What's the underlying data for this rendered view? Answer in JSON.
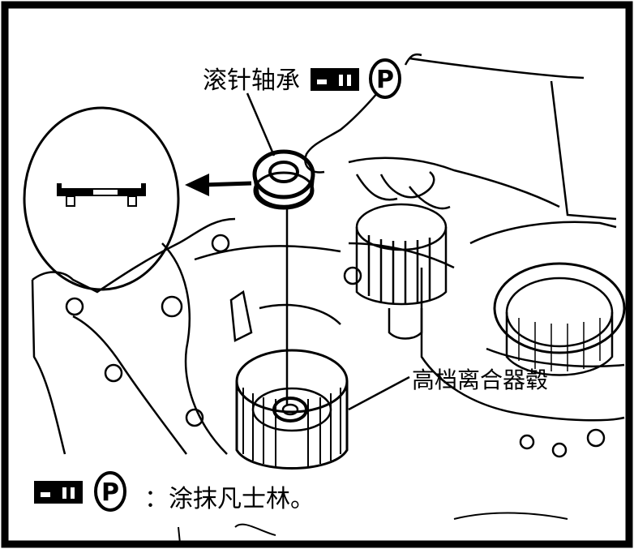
{
  "labels": {
    "bearing": "滚针轴承",
    "hub": "高档离合器毂",
    "legend": "：涂抹凡士林。"
  },
  "symbols": {
    "grease_icon_name": "petroleum-jelly-applicator-icon",
    "p_mark": "P"
  },
  "colors": {
    "ink": "#000000",
    "paper": "#ffffff"
  }
}
